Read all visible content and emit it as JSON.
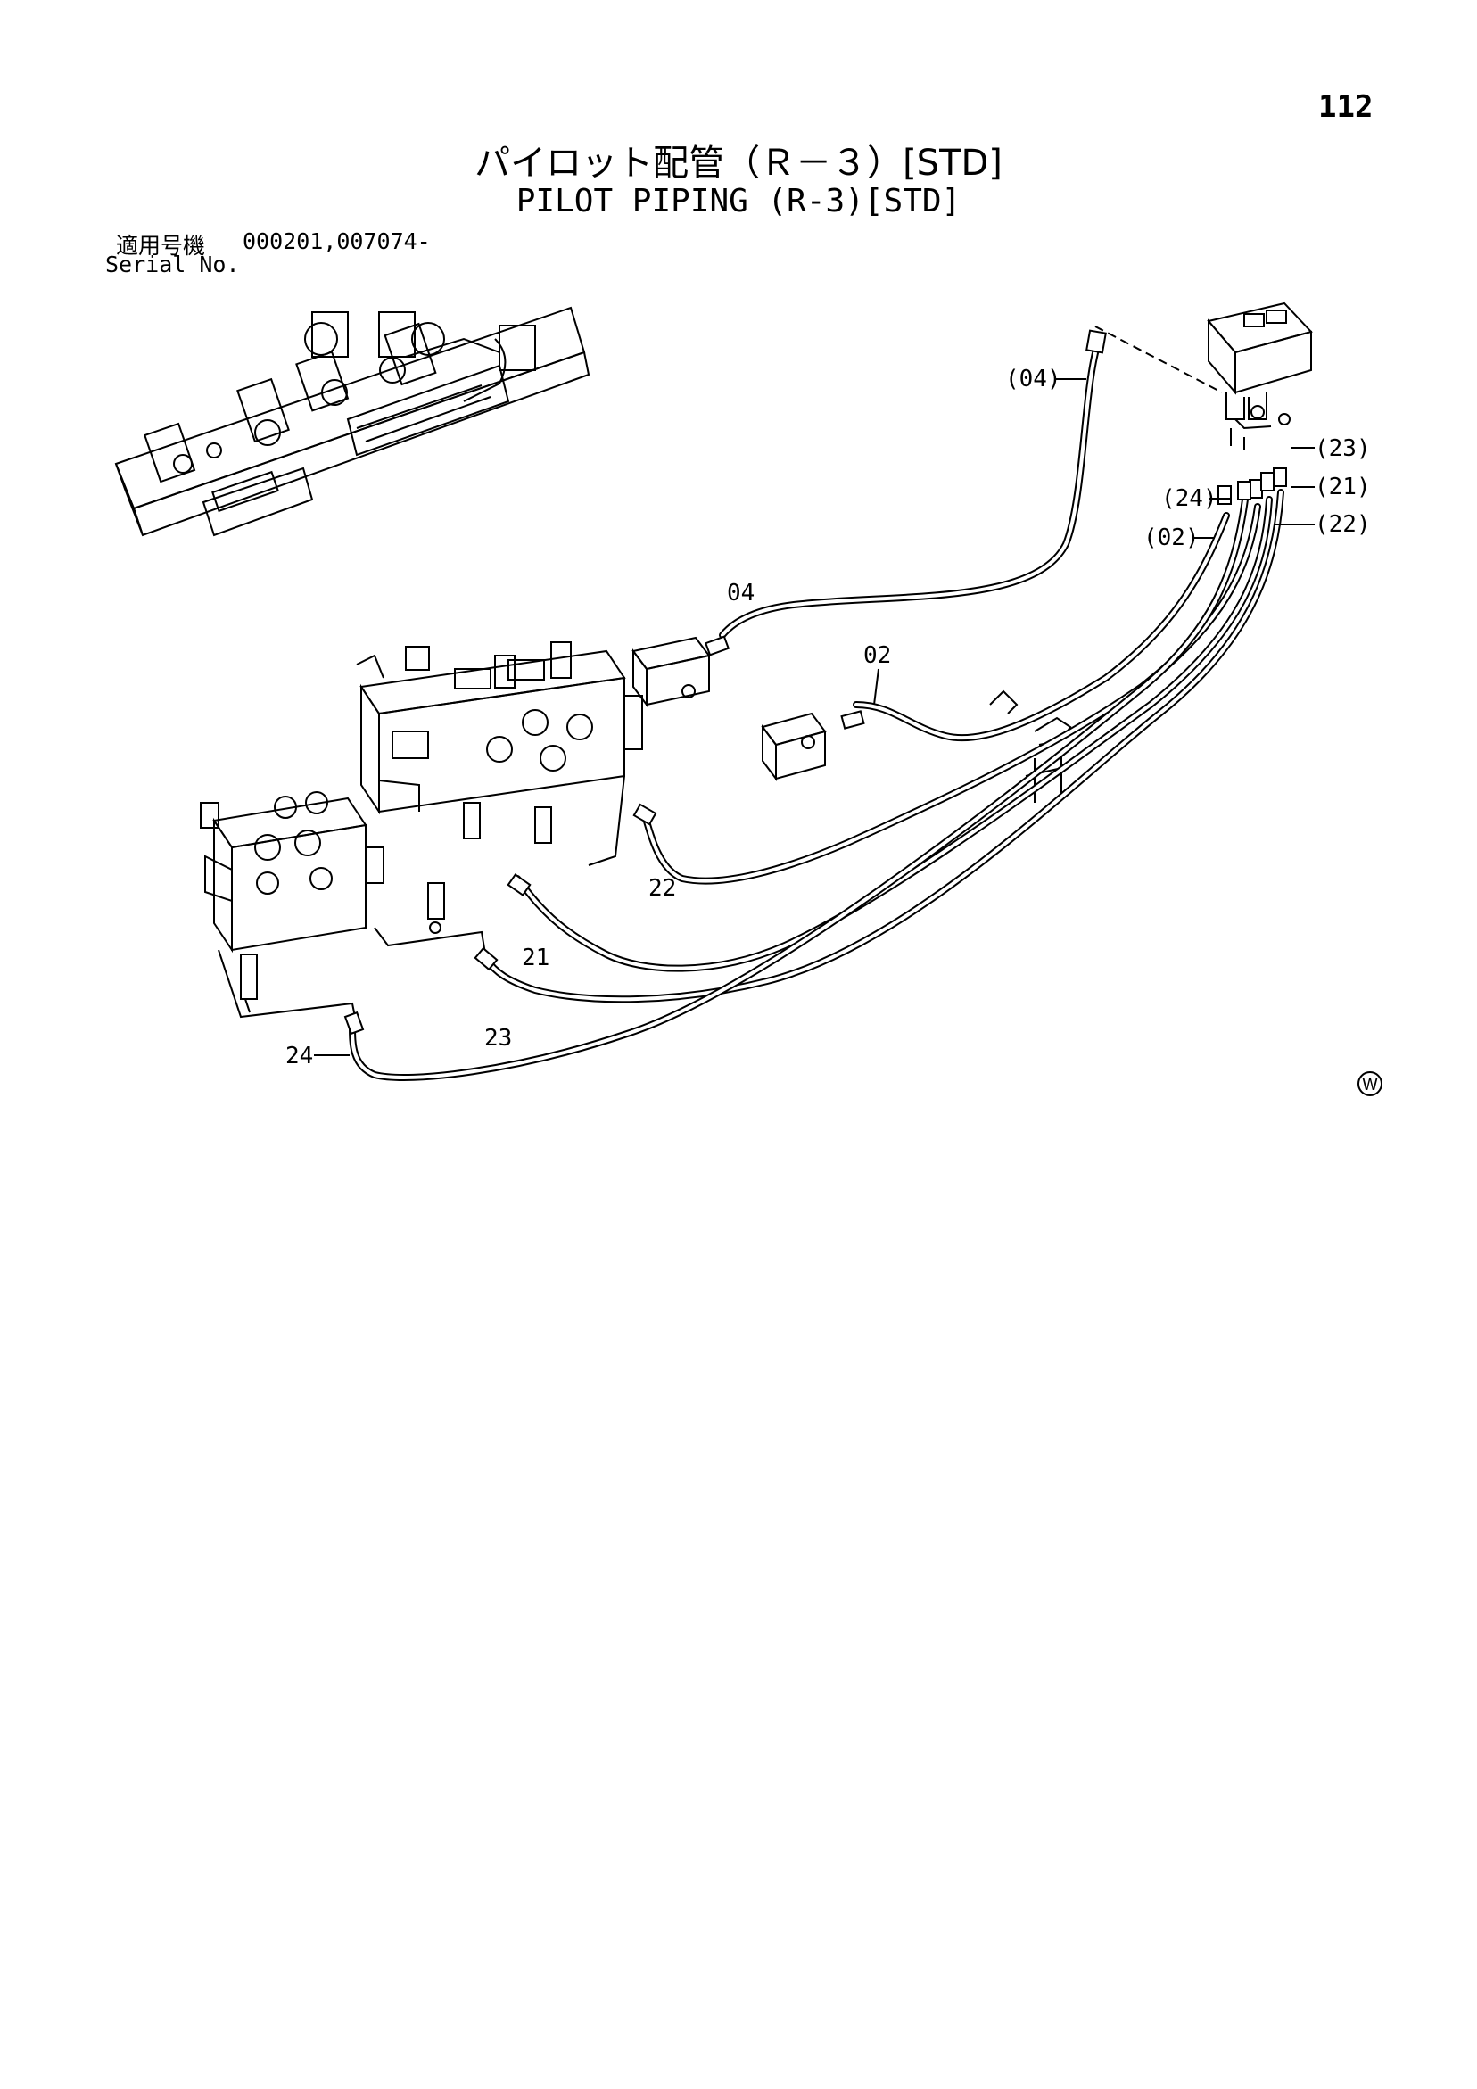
{
  "header": {
    "page_number": "112",
    "title_jp": "パイロット配管（Ｒ－３）[STD]",
    "title_en": "PILOT PIPING (R-3)[STD]"
  },
  "serial": {
    "label_jp": "適用号機",
    "values": "000201,007074-",
    "label_en": "Serial No."
  },
  "callouts": {
    "c04_paren": "(04)",
    "c23_paren": "(23)",
    "c21_paren": "(21)",
    "c24_paren": "(24)",
    "c22_paren": "(22)",
    "c02_paren": "(02)",
    "c04": "04",
    "c02": "02",
    "c22": "22",
    "c21": "21",
    "c23": "23",
    "c24": "24"
  },
  "marks": {
    "w_symbol": "W"
  }
}
